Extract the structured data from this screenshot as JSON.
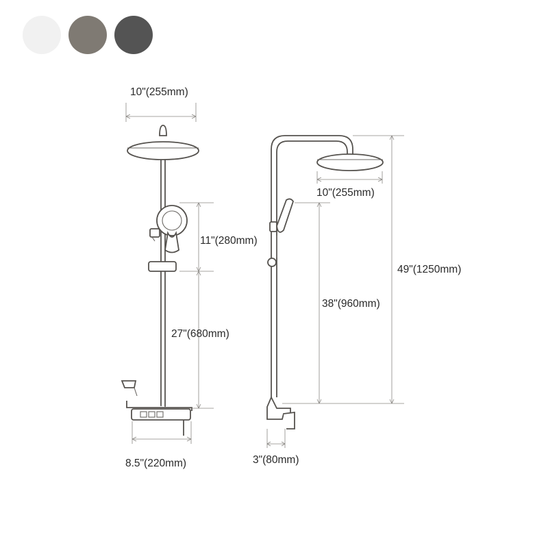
{
  "swatches": [
    {
      "name": "white",
      "color": "#f1f1f1"
    },
    {
      "name": "gray",
      "color": "#7f7a73"
    },
    {
      "name": "dark-gray",
      "color": "#545454"
    }
  ],
  "front_view": {
    "width_top": "10\"(255mm)",
    "handshower_height": "11\"(280mm)",
    "slide_bar_height": "27\"(680mm)",
    "shelf_width": "8.5\"(220mm)"
  },
  "side_view": {
    "head_width": "10\"(255mm)",
    "total_height": "49\"(1250mm)",
    "riser_height": "38\"(960mm)",
    "depth": "3\"(80mm)"
  }
}
